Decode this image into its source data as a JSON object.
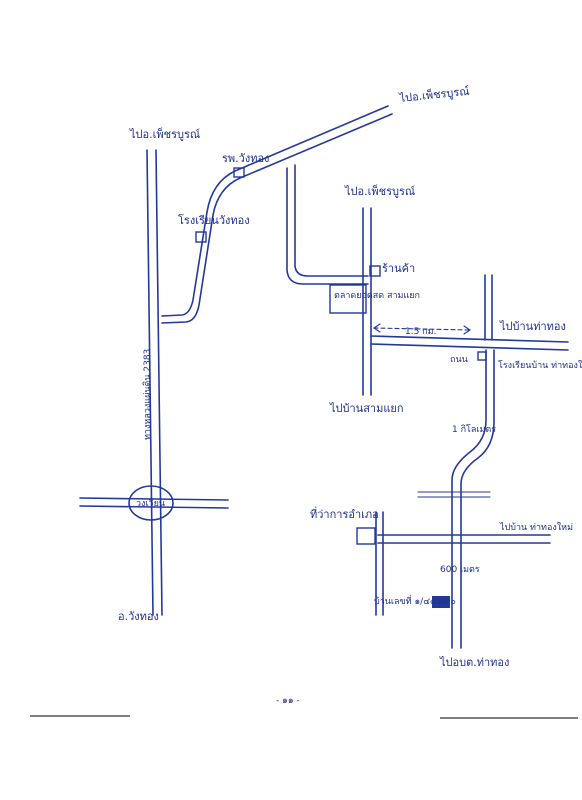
{
  "labels": {
    "to_phetchabun_top_right": "ไปอ.เพ็ชรบูรณ์",
    "to_phetchabun_top_left": "ไปอ.เพ็ชรบูรณ์",
    "to_phetchabun_mid": "ไปอ.เพ็ชรบูรณ์",
    "hospital": "รพ.วังทอง",
    "school": "โรงเรียนวังทอง",
    "highway_no": "ทางหลวงแผ่นดิน 2383",
    "shop": "ร้านค้า",
    "market": "ตลาดยอดสด สามแยก",
    "distance_to_junction": "1.5 กม.",
    "to_right_east": "ไปบ้านท่าทอง",
    "road_bottom_small": "ถนน",
    "school_right": "โรงเรียนบ้าน ท่าทองใหม่",
    "to_south_mid": "ไปบ้านสามแยก",
    "distance_curve": "1 กิโลเมตร",
    "village_office": "ที่ว่าการอำเภอ",
    "to_right_lower": "ไปบ้าน ท่าทองใหม่",
    "distance_lower": "600 เมตร",
    "destination_house": "บ้านเลขที่ ๑/๔๔๘๙๐",
    "roundabout": "วงเวียน",
    "district_bottom_left": "อ.วังทอง",
    "to_bottom_right": "ไปอบต.ท่าทอง",
    "page_number": "- ๑๑ -"
  },
  "colors": {
    "ink": "#23399a"
  }
}
